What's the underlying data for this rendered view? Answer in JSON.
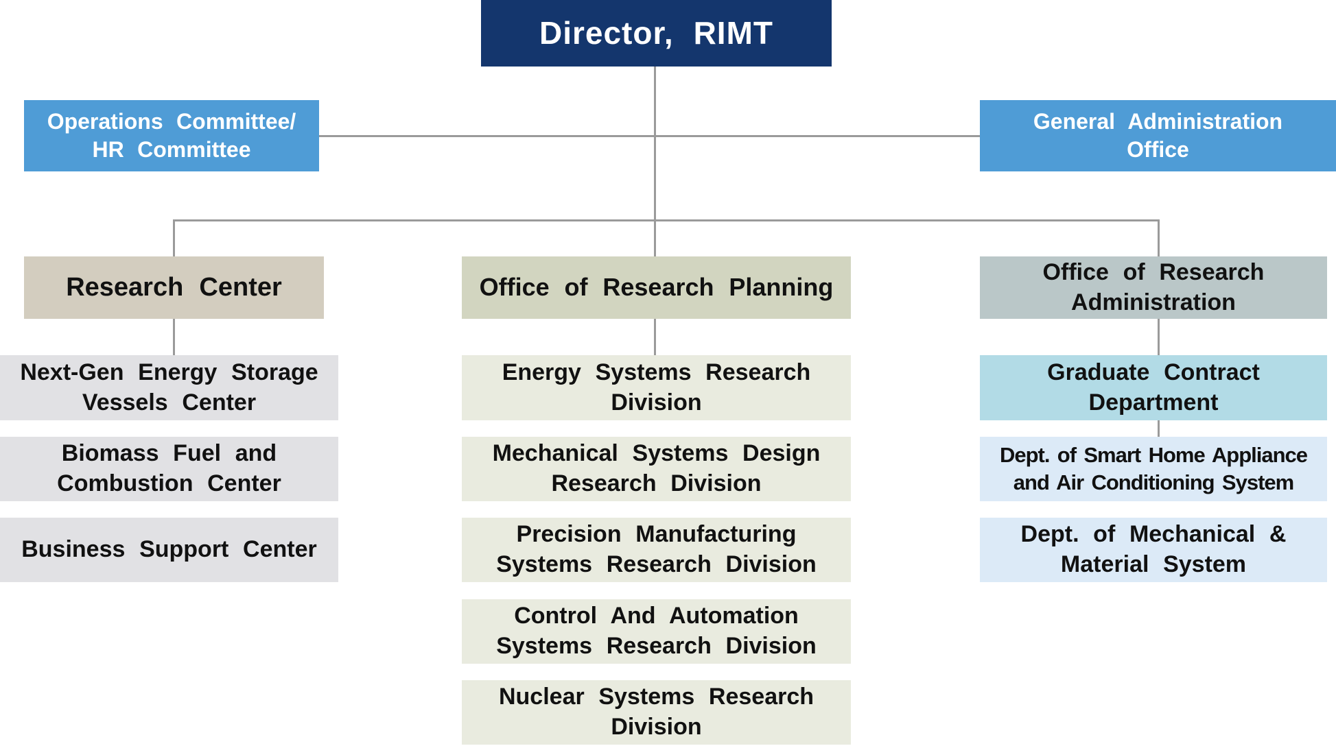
{
  "title": "Director, RIMT",
  "colors": {
    "root_navy": "#14366d",
    "committee_blue": "#4f9cd6",
    "research_center_tan": "#d3cdbf",
    "research_center_child_gray": "#e1e1e4",
    "planning_sage": "#d2d5c0",
    "planning_child_sage": "#e9ebdf",
    "administration_bluegray": "#bac7c8",
    "graduate_cyan": "#b2dbe6",
    "dept_lightblue": "#dceaf7",
    "connector_gray": "#9a9a9a",
    "text_dark": "#111111",
    "text_light": "#ffffff"
  },
  "root": {
    "label": "Director, RIMT"
  },
  "committees": {
    "left": {
      "label": "Operations Committee/\nHR Committee"
    },
    "right": {
      "label": "General Administration\nOffice"
    }
  },
  "columns": [
    {
      "head": {
        "label": "Research Center"
      },
      "children": [
        {
          "label": "Next-Gen Energy Storage\nVessels Center"
        },
        {
          "label": "Biomass Fuel and\nCombustion Center"
        },
        {
          "label": "Business Support Center"
        }
      ]
    },
    {
      "head": {
        "label": "Office of Research Planning"
      },
      "children": [
        {
          "label": "Energy Systems Research\nDivision"
        },
        {
          "label": "Mechanical Systems Design\nResearch Division"
        },
        {
          "label": "Precision Manufacturing\nSystems Research Division"
        },
        {
          "label": "Control And Automation\nSystems Research Division"
        },
        {
          "label": "Nuclear Systems Research\nDivision"
        }
      ]
    },
    {
      "head": {
        "label": "Office of Research\nAdministration"
      },
      "children": [
        {
          "label": "Graduate Contract\nDepartment"
        },
        {
          "label": "Dept. of Smart Home Appliance\nand Air Conditioning System"
        },
        {
          "label": "Dept. of Mechanical &\nMaterial System"
        }
      ]
    }
  ]
}
